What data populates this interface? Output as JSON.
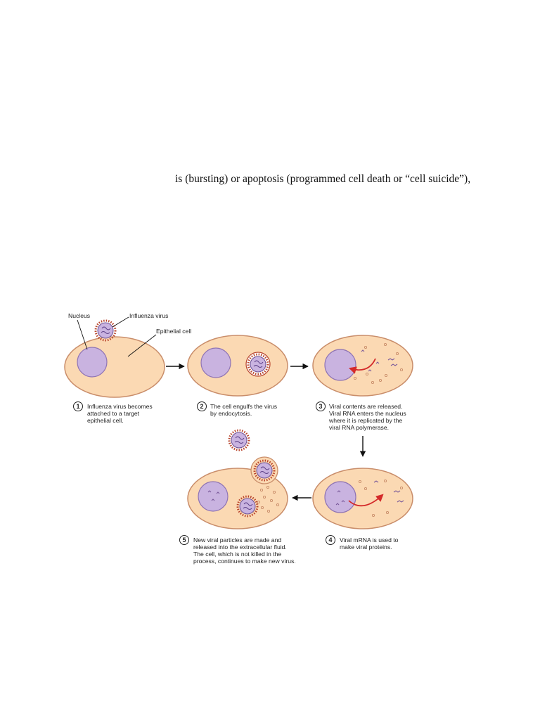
{
  "body_text": "is (bursting) or apoptosis (programmed cell death or “cell suicide”),",
  "labels": {
    "nucleus": "Nucleus",
    "influenza_virus": "Influenza virus",
    "epithelial_cell": "Epithelial cell"
  },
  "steps": [
    {
      "number": "1",
      "lines": [
        "Influenza virus becomes",
        "attached to a target",
        "epithelial cell."
      ]
    },
    {
      "number": "2",
      "lines": [
        "The cell engulfs the virus",
        "by endocytosis."
      ]
    },
    {
      "number": "3",
      "lines": [
        "Viral contents are released.",
        "Viral RNA enters the nucleus",
        "where it is replicated by the",
        "viral RNA polymerase."
      ]
    },
    {
      "number": "4",
      "lines": [
        "Viral mRNA is used to",
        "make viral proteins."
      ]
    },
    {
      "number": "5",
      "lines": [
        "New viral particles are made and",
        "released into the extracellular fluid.",
        "The cell, which is not killed in the",
        "process, continues to make new virus."
      ]
    }
  ],
  "colors": {
    "cell_fill": "#fbd9b3",
    "cell_stroke": "#c98d6a",
    "nucleus_fill": "#c9b3e0",
    "nucleus_stroke": "#8f74b4",
    "virus_spike": "#b8442c",
    "arrow_red": "#d42a2a"
  }
}
